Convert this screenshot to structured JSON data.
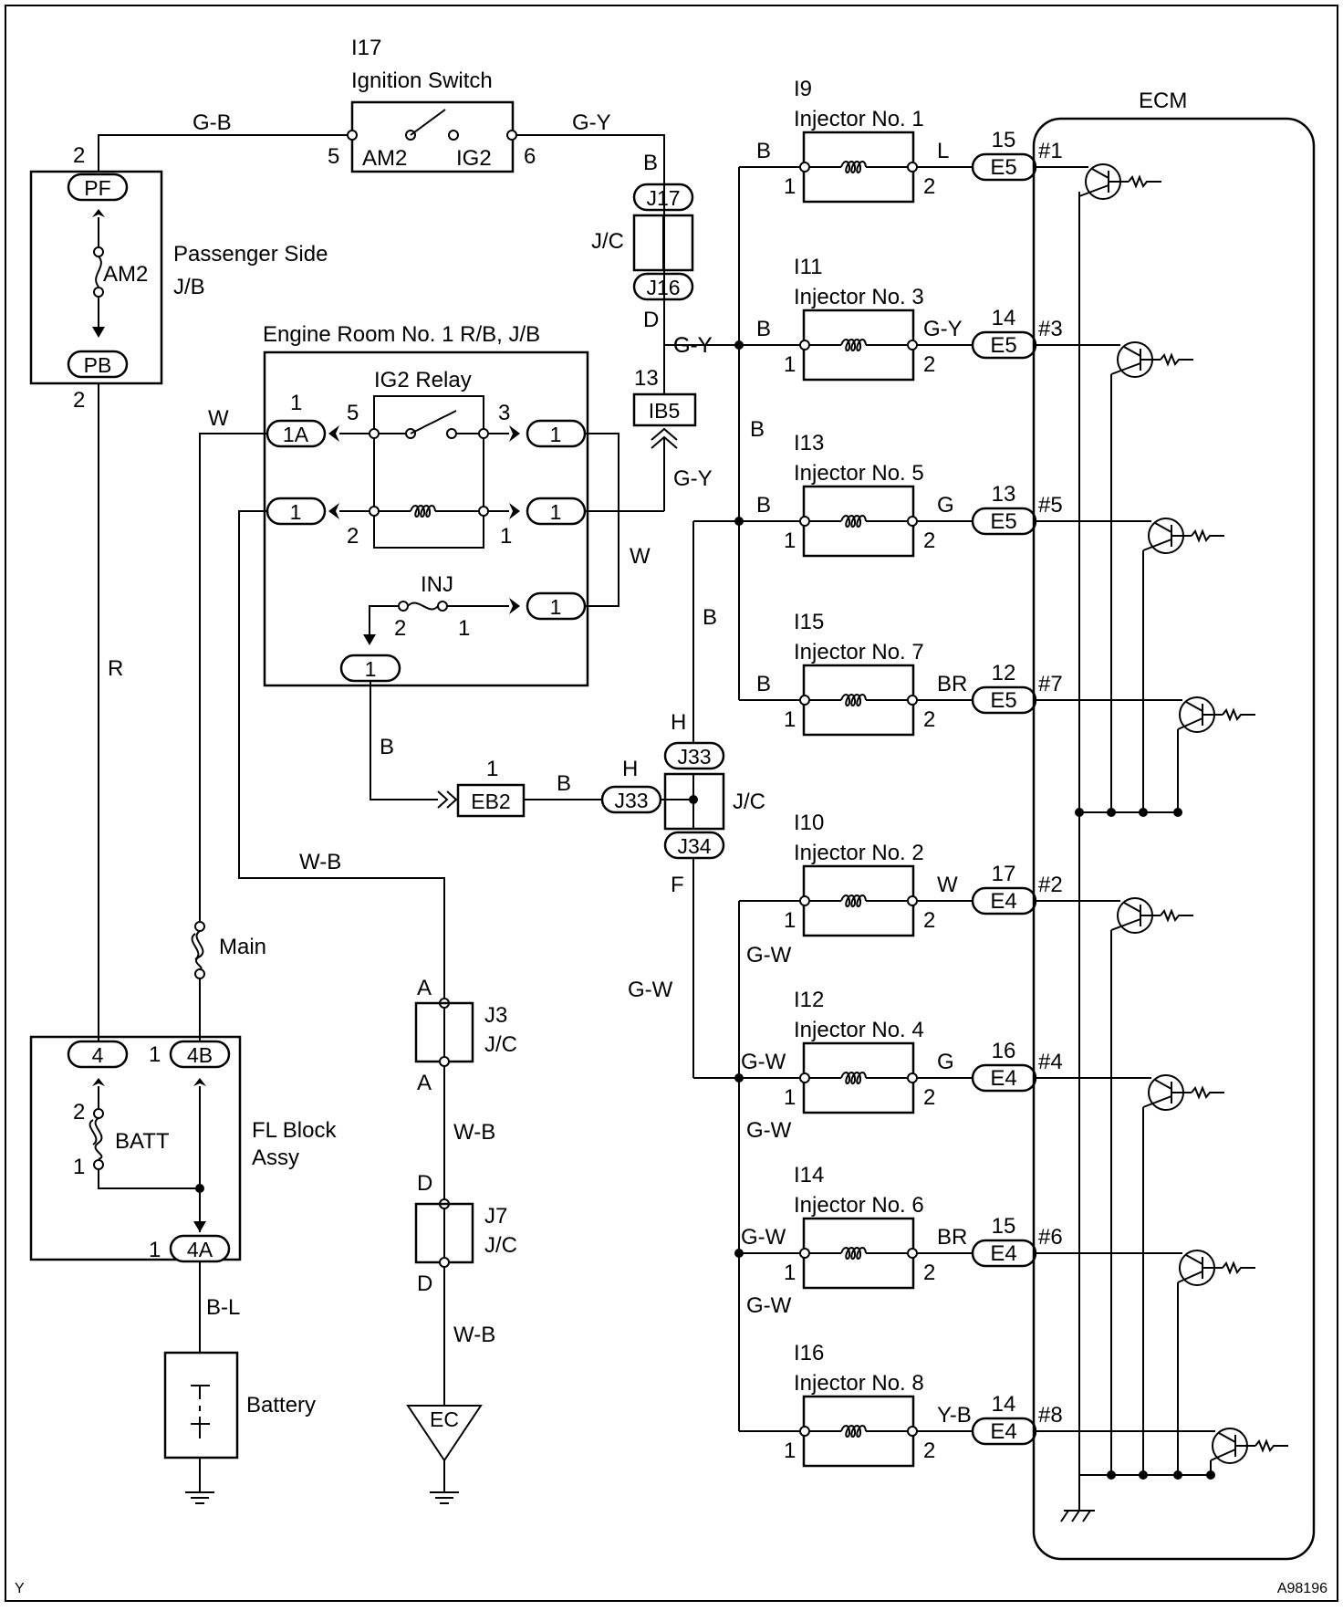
{
  "frame": {
    "code_bl": "Y",
    "code_br": "A98196"
  },
  "ign": {
    "code": "I17",
    "title": "Ignition Switch",
    "t_am2": "AM2",
    "t_ig2": "IG2",
    "pin_l": "5",
    "pin_r": "6",
    "wire_l": "G-B",
    "wire_r": "G-Y"
  },
  "pjb": {
    "label1": "Passenger Side",
    "label2": "J/B",
    "pf": "PF",
    "pb": "PB",
    "fuse": "AM2",
    "pin_top": "2",
    "pin_bot": "2",
    "wire_r": "R"
  },
  "jc1": {
    "j17": "J17",
    "j16": "J16",
    "label": "J/C",
    "pin_top": "B",
    "pin_bot": "D",
    "wire": "G-Y"
  },
  "erb": {
    "title": "Engine Room No. 1 R/B, J/B",
    "relay": "IG2 Relay",
    "c1a": "1A",
    "c_1": "1",
    "p_a1": "1",
    "p_5": "5",
    "p_3": "3",
    "p_2": "2",
    "p_1": "1",
    "inj": "INJ",
    "inj_2": "2",
    "inj_1": "1",
    "wire_w_l": "W",
    "wire_w_r": "W",
    "wire_b": "B"
  },
  "ib5": {
    "code": "IB5",
    "pin": "13",
    "wire": "G-Y"
  },
  "eb2": {
    "code": "EB2",
    "pin": "1",
    "wire": "B"
  },
  "jc2": {
    "j33a": "J33",
    "j33b": "J33",
    "j34": "J34",
    "label": "J/C",
    "pin_h1": "H",
    "pin_h2": "H",
    "pin_f": "F",
    "wire_b": "B",
    "wire_gw": "G-W"
  },
  "wb": {
    "label1": "W-B",
    "label2": "W-B",
    "label3": "W-B"
  },
  "j3": {
    "code": "J3",
    "label": "J/C",
    "pin_top": "A",
    "pin_bot": "A"
  },
  "j7": {
    "code": "J7",
    "label": "J/C",
    "pin_top": "D",
    "pin_bot": "D"
  },
  "ec": {
    "code": "EC"
  },
  "main_fuse": {
    "label": "Main"
  },
  "fl": {
    "label1": "FL Block",
    "label2": "Assy",
    "c4": "4",
    "c4b": "4B",
    "c4a": "4A",
    "batt": "BATT",
    "p4b": "1",
    "p4a": "1",
    "pb2": "2",
    "pb1": "1",
    "wire_bl": "B-L"
  },
  "battery": {
    "label": "Battery"
  },
  "ecm": {
    "label": "ECM"
  },
  "injectors": [
    {
      "code": "I9",
      "name": "Injector No. 1",
      "pin1": "1",
      "pin2": "2",
      "wire_in": "B",
      "wire_out": "L",
      "conn": "E5",
      "pin": "15",
      "port": "#1"
    },
    {
      "code": "I11",
      "name": "Injector No. 3",
      "pin1": "1",
      "pin2": "2",
      "wire_in": "B",
      "wire_out": "G-Y",
      "conn": "E5",
      "pin": "14",
      "port": "#3"
    },
    {
      "code": "I13",
      "name": "Injector No. 5",
      "pin1": "1",
      "pin2": "2",
      "wire_in": "B",
      "wire_out": "G",
      "conn": "E5",
      "pin": "13",
      "port": "#5"
    },
    {
      "code": "I15",
      "name": "Injector No. 7",
      "pin1": "1",
      "pin2": "2",
      "wire_in": "B",
      "wire_out": "BR",
      "conn": "E5",
      "pin": "12",
      "port": "#7"
    },
    {
      "code": "I10",
      "name": "Injector No. 2",
      "pin1": "1",
      "pin2": "2",
      "wire_in": "",
      "wire_out": "W",
      "conn": "E4",
      "pin": "17",
      "port": "#2"
    },
    {
      "code": "I12",
      "name": "Injector No. 4",
      "pin1": "1",
      "pin2": "2",
      "wire_in": "G-W",
      "wire_out": "G",
      "conn": "E4",
      "pin": "16",
      "port": "#4"
    },
    {
      "code": "I14",
      "name": "Injector No. 6",
      "pin1": "1",
      "pin2": "2",
      "wire_in": "G-W",
      "wire_out": "BR",
      "conn": "E4",
      "pin": "15",
      "port": "#6"
    },
    {
      "code": "I16",
      "name": "Injector No. 8",
      "pin1": "1",
      "pin2": "2",
      "wire_in": "",
      "wire_out": "Y-B",
      "conn": "E4",
      "pin": "14",
      "port": "#8"
    }
  ],
  "bus_labels": {
    "gy": "G-Y",
    "b_mid": "B",
    "gy2": "G-Y",
    "b_left": "B",
    "gw_mid1": "G-W",
    "gw_mid2": "G-W",
    "gw_mid3": "G-W"
  }
}
